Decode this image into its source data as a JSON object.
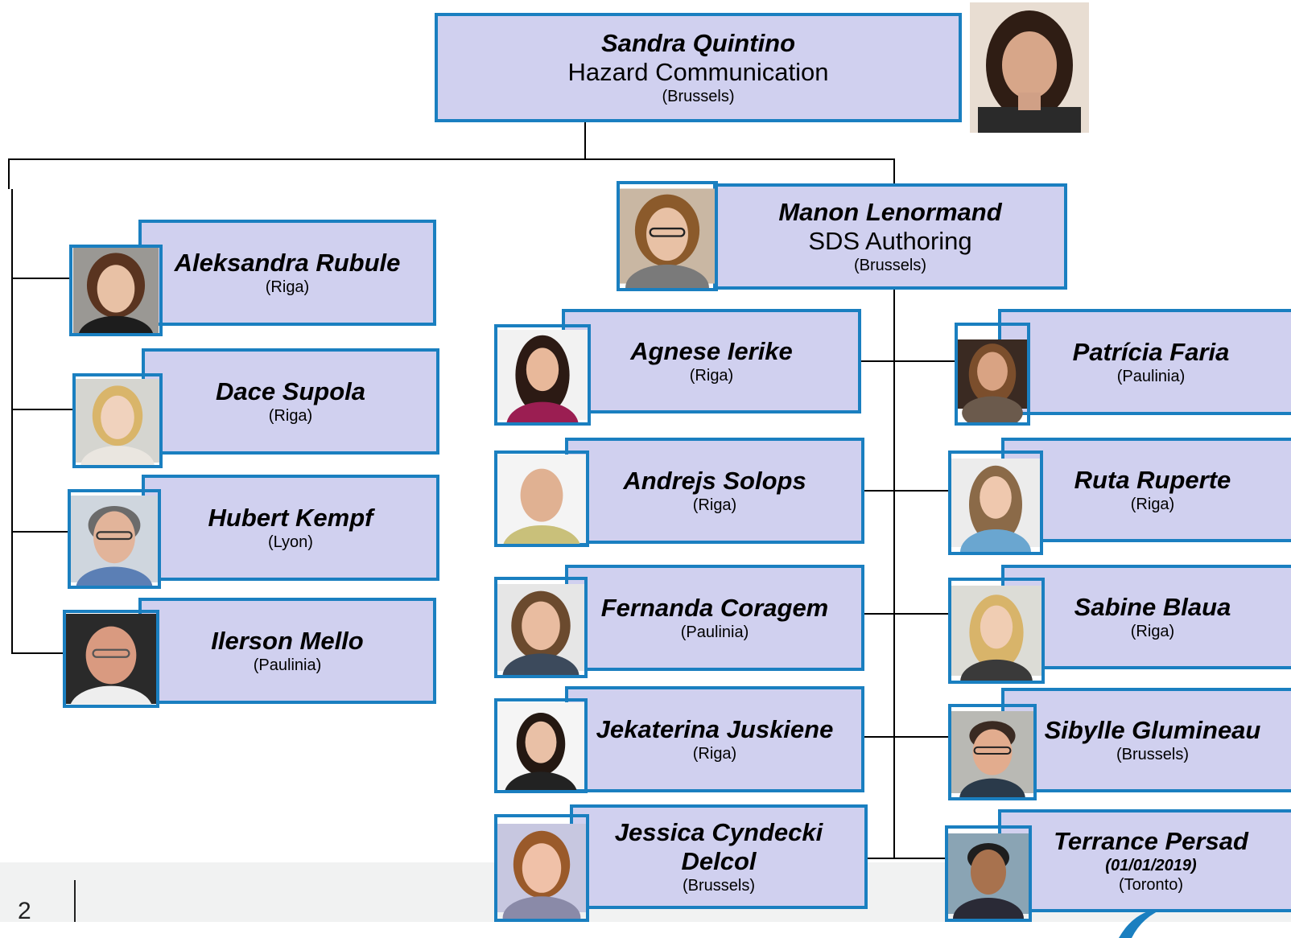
{
  "head": {
    "name": "Sandra Quintino",
    "title": "Hazard Communication",
    "location": "(Brussels)"
  },
  "manager": {
    "name": "Manon Lenormand",
    "title": "SDS Authoring",
    "location": "(Brussels)"
  },
  "left_team": [
    {
      "name": "Aleksandra Rubule",
      "location": "(Riga)"
    },
    {
      "name": "Dace Supola",
      "location": "(Riga)"
    },
    {
      "name": "Hubert Kempf",
      "location": "(Lyon)"
    },
    {
      "name": "Ilerson Mello",
      "location": "(Paulinia)"
    }
  ],
  "mid_team": [
    {
      "name": "Agnese Ierike",
      "location": "(Riga)"
    },
    {
      "name": "Andrejs Solops",
      "location": "(Riga)"
    },
    {
      "name": "Fernanda Coragem",
      "location": "(Paulinia)"
    },
    {
      "name": "Jekaterina Juskiene",
      "location": "(Riga)"
    },
    {
      "name_line1": "Jessica Cyndecki",
      "name_line2": "Delcol",
      "location": "(Brussels)"
    }
  ],
  "right_team": [
    {
      "name": "Patrícia Faria",
      "location": "(Paulinia)"
    },
    {
      "name": "Ruta Ruperte",
      "location": "(Riga)"
    },
    {
      "name": "Sabine Blaua",
      "location": "(Riga)"
    },
    {
      "name": "Sibylle Glumineau",
      "location": "(Brussels)"
    },
    {
      "name": "Terrance Persad",
      "date": "(01/01/2019)",
      "location": "(Toronto)"
    }
  ],
  "footer": {
    "page_number": "2"
  },
  "colors": {
    "box_fill": "#d0d0ef",
    "box_border": "#1a7fc0",
    "connector": "#000000"
  }
}
